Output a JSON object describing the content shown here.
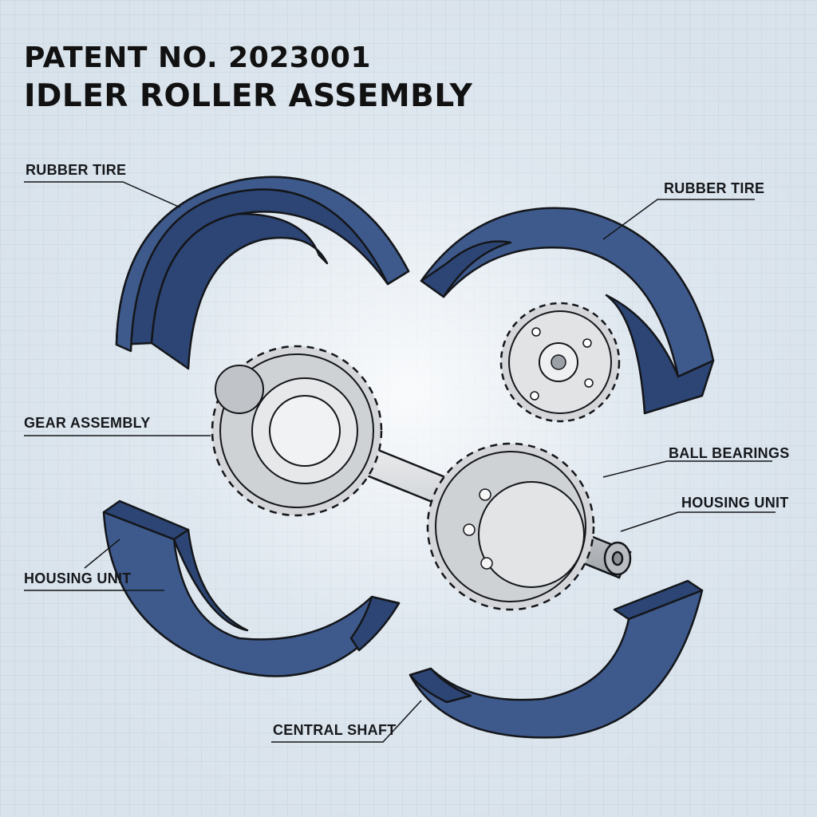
{
  "title": {
    "line1": "PATENT NO. 2023001",
    "line2": "IDLER ROLLER ASSEMBLY"
  },
  "callouts": {
    "tire_left": "RUBBER TIRE",
    "tire_right": "RUBBER TIRE",
    "gear_assembly": "GEAR ASSEMBLY",
    "ball_bearings": "BALL BEARINGS",
    "housing_unit_right": "HOUSING UNIT",
    "housing_unit_left": "HOUSING UNIT",
    "central_shaft": "CENTRAL SHAFT"
  },
  "colors": {
    "background": "#d9e3ec",
    "grid": "#bfcfdd",
    "part_fill": "#3e5a8c",
    "part_side": "#2c4574",
    "metal": "#d8dadd",
    "metal_dark": "#a9adb2",
    "outline": "#14161a"
  }
}
